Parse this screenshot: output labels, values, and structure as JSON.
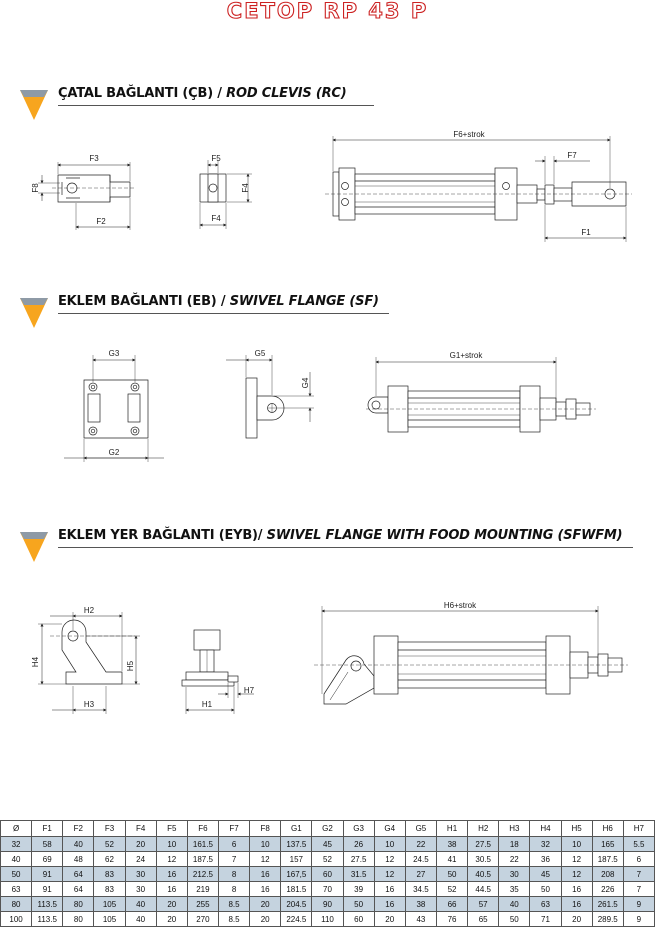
{
  "page_title": "CETOP RP 43 P",
  "sections": [
    {
      "tr": "ÇATAL BAĞLANTI (ÇB)",
      "sep": " / ",
      "en": "ROD CLEVIS (RC)"
    },
    {
      "tr": "EKLEM BAĞLANTI (EB)",
      "sep": " / ",
      "en": "SWIVEL FLANGE (SF)"
    },
    {
      "tr": "EKLEM YER BAĞLANTI  (EYB)",
      "sep": "/ ",
      "en": "SWIVEL FLANGE WITH FOOD MOUNTING (SFWFM)"
    }
  ],
  "labels": {
    "F1": "F1",
    "F2": "F2",
    "F3": "F3",
    "F4": "F4",
    "F4b": "F4",
    "F5": "F5",
    "F6": "F6+strok",
    "F7": "F7",
    "F8": "F8",
    "G1": "G1+strok",
    "G2": "G2",
    "G3": "G3",
    "G4": "G4",
    "G5": "G5",
    "H1": "H1",
    "H2": "H2",
    "H3": "H3",
    "H4": "H4",
    "H5": "H5",
    "H6": "H6+strok",
    "H7": "H7"
  },
  "table": {
    "headers": [
      "Ø",
      "F1",
      "F2",
      "F3",
      "F4",
      "F5",
      "F6",
      "F7",
      "F8",
      "G1",
      "G2",
      "G3",
      "G4",
      "G5",
      "H1",
      "H2",
      "H3",
      "H4",
      "H5",
      "H6",
      "H7"
    ],
    "rows": [
      [
        "32",
        "58",
        "40",
        "52",
        "20",
        "10",
        "161.5",
        "6",
        "10",
        "137.5",
        "45",
        "26",
        "10",
        "22",
        "38",
        "27.5",
        "18",
        "32",
        "10",
        "165",
        "5.5"
      ],
      [
        "40",
        "69",
        "48",
        "62",
        "24",
        "12",
        "187.5",
        "7",
        "12",
        "157",
        "52",
        "27.5",
        "12",
        "24.5",
        "41",
        "30.5",
        "22",
        "36",
        "12",
        "187.5",
        "6"
      ],
      [
        "50",
        "91",
        "64",
        "83",
        "30",
        "16",
        "212.5",
        "8",
        "16",
        "167,5",
        "60",
        "31.5",
        "12",
        "27",
        "50",
        "40.5",
        "30",
        "45",
        "12",
        "208",
        "7"
      ],
      [
        "63",
        "91",
        "64",
        "83",
        "30",
        "16",
        "219",
        "8",
        "16",
        "181.5",
        "70",
        "39",
        "16",
        "34.5",
        "52",
        "44.5",
        "35",
        "50",
        "16",
        "226",
        "7"
      ],
      [
        "80",
        "113.5",
        "80",
        "105",
        "40",
        "20",
        "255",
        "8.5",
        "20",
        "204.5",
        "90",
        "50",
        "16",
        "38",
        "66",
        "57",
        "40",
        "63",
        "16",
        "261.5",
        "9"
      ],
      [
        "100",
        "113.5",
        "80",
        "105",
        "40",
        "20",
        "270",
        "8.5",
        "20",
        "224.5",
        "110",
        "60",
        "20",
        "43",
        "76",
        "65",
        "50",
        "71",
        "20",
        "289.5",
        "9"
      ]
    ]
  }
}
